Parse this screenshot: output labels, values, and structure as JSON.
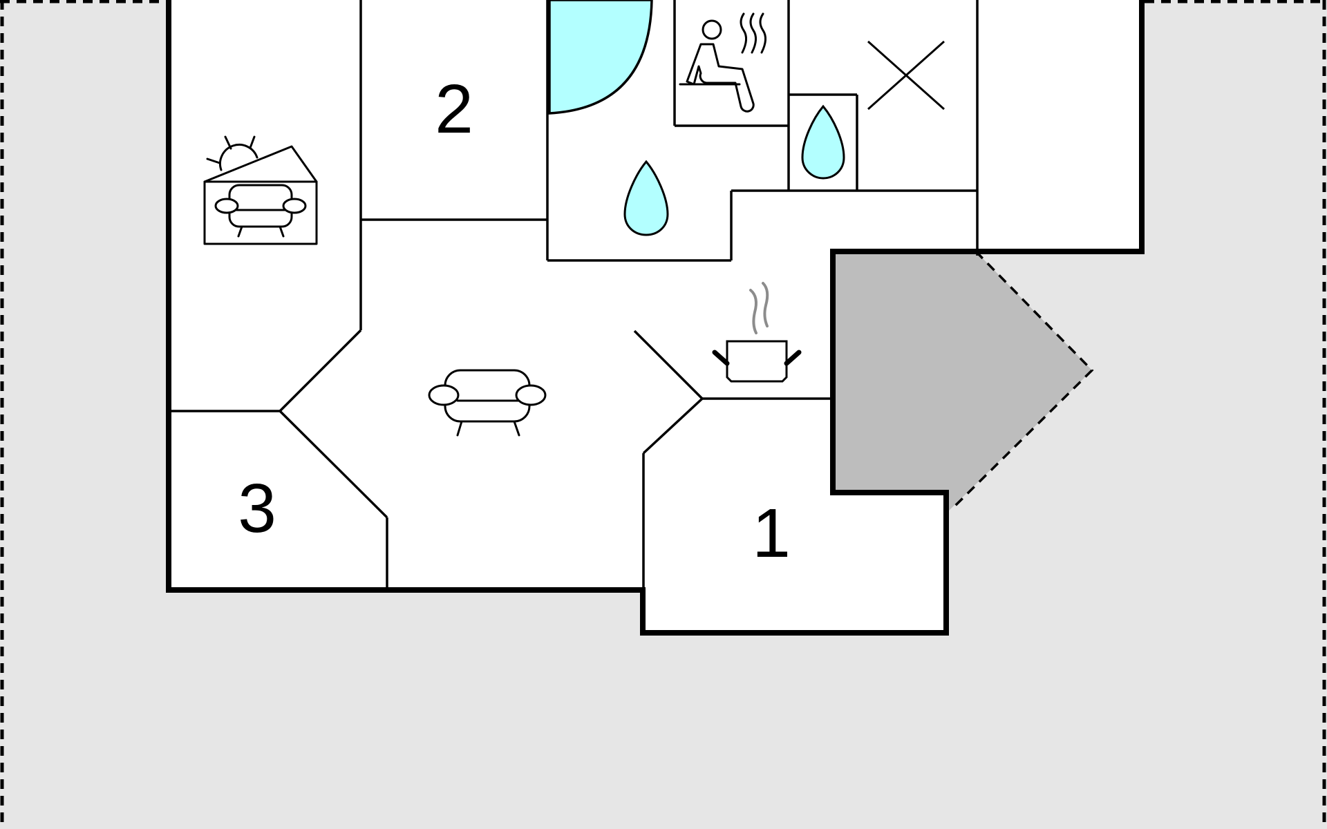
{
  "colors": {
    "background": "#e6e6e6",
    "border_dash": "#000000",
    "room_fill": "#ffffff",
    "wall": "#000000",
    "water": "#b3ffff",
    "outdoor_area": "#bdbdbd",
    "outdoor_dash": "#000000",
    "steam": "#8c8c8c"
  },
  "rooms": [
    {
      "id": "bedroom-1",
      "label": "1"
    },
    {
      "id": "bedroom-2",
      "label": "2"
    },
    {
      "id": "bedroom-3",
      "label": "3"
    }
  ],
  "icons": [
    {
      "name": "conservatory-icon",
      "meaning": "sun-room-sofa"
    },
    {
      "name": "sofa-icon",
      "meaning": "living-room"
    },
    {
      "name": "sauna-icon",
      "meaning": "sauna"
    },
    {
      "name": "shower-drop-icon",
      "meaning": "bathroom"
    },
    {
      "name": "toilet-drop-icon",
      "meaning": "wc"
    },
    {
      "name": "cross-icon",
      "meaning": "technical-room"
    },
    {
      "name": "cooking-pot-icon",
      "meaning": "kitchen"
    }
  ]
}
